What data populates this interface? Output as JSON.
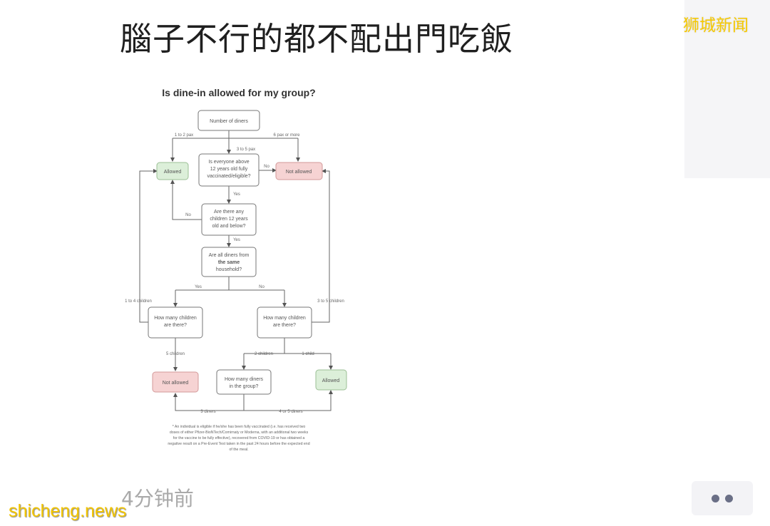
{
  "post": {
    "title": "腦子不行的都不配出門吃飯",
    "time_ago": "4分钟前"
  },
  "badge": {
    "source": "狮城新闻",
    "color": "#f6c900"
  },
  "watermark": {
    "site": "shicheng.news"
  },
  "flowchart": {
    "title": "Is dine-in allowed for my group?",
    "nodes": {
      "start": "Number of diners",
      "vaccinated_line1": "Is everyone above",
      "vaccinated_line2": "12 years old fully",
      "vaccinated_line3": "vaccinated/eligible?",
      "allowed_top": "Allowed",
      "not_allowed_top": "Not allowed",
      "children_line1": "Are there any",
      "children_line2": "children 12 years",
      "children_line3": "old and below?",
      "household_line1": "Are all diners from",
      "household_line2": "the same",
      "household_line3": "household?",
      "count_left_line1": "How many children",
      "count_left_line2": "are there?",
      "count_right_line1": "How many children",
      "count_right_line2": "are there?",
      "not_allowed_bottom": "Not allowed",
      "diners_line1": "How many diners",
      "diners_line2": "in the group?",
      "allowed_bottom": "Allowed"
    },
    "edges": {
      "one_two_pax": "1 to 2 pax",
      "three_to_five": "3 to 5 pax",
      "six_or_more": "6 pax or more",
      "no_1": "No",
      "yes_1": "Yes",
      "no_2": "No",
      "yes_2": "Yes",
      "yes_3": "Yes",
      "no_3": "No",
      "one_to_four_children": "1 to 4 children",
      "three_to_five_children": "3 to 5 children",
      "five_children": "5 children",
      "two_children": "2 children",
      "one_child": "1 child",
      "three_diners": "3 diners",
      "four_or_five_diners": "4 or 5 diners"
    },
    "footnote": {
      "line1": "* An individual is eligible if he/she has been fully vaccinated (i.e. has received two",
      "line2": "doses of either Pfizer-BioNTech/Comirnaty or Moderna, with an additional two weeks",
      "line3": "for the vaccine to be fully effective), recovered from COVID-19 or has obtained a",
      "line4": "negative result on a Pre-Event Test taken in the past 24 hours before the expected end",
      "line5": "of the meal."
    },
    "colors": {
      "allowed_fill": "#dcefd9",
      "not_allowed_fill": "#f6d3d3"
    }
  },
  "more_button": {
    "icon": "more-dots-icon"
  }
}
